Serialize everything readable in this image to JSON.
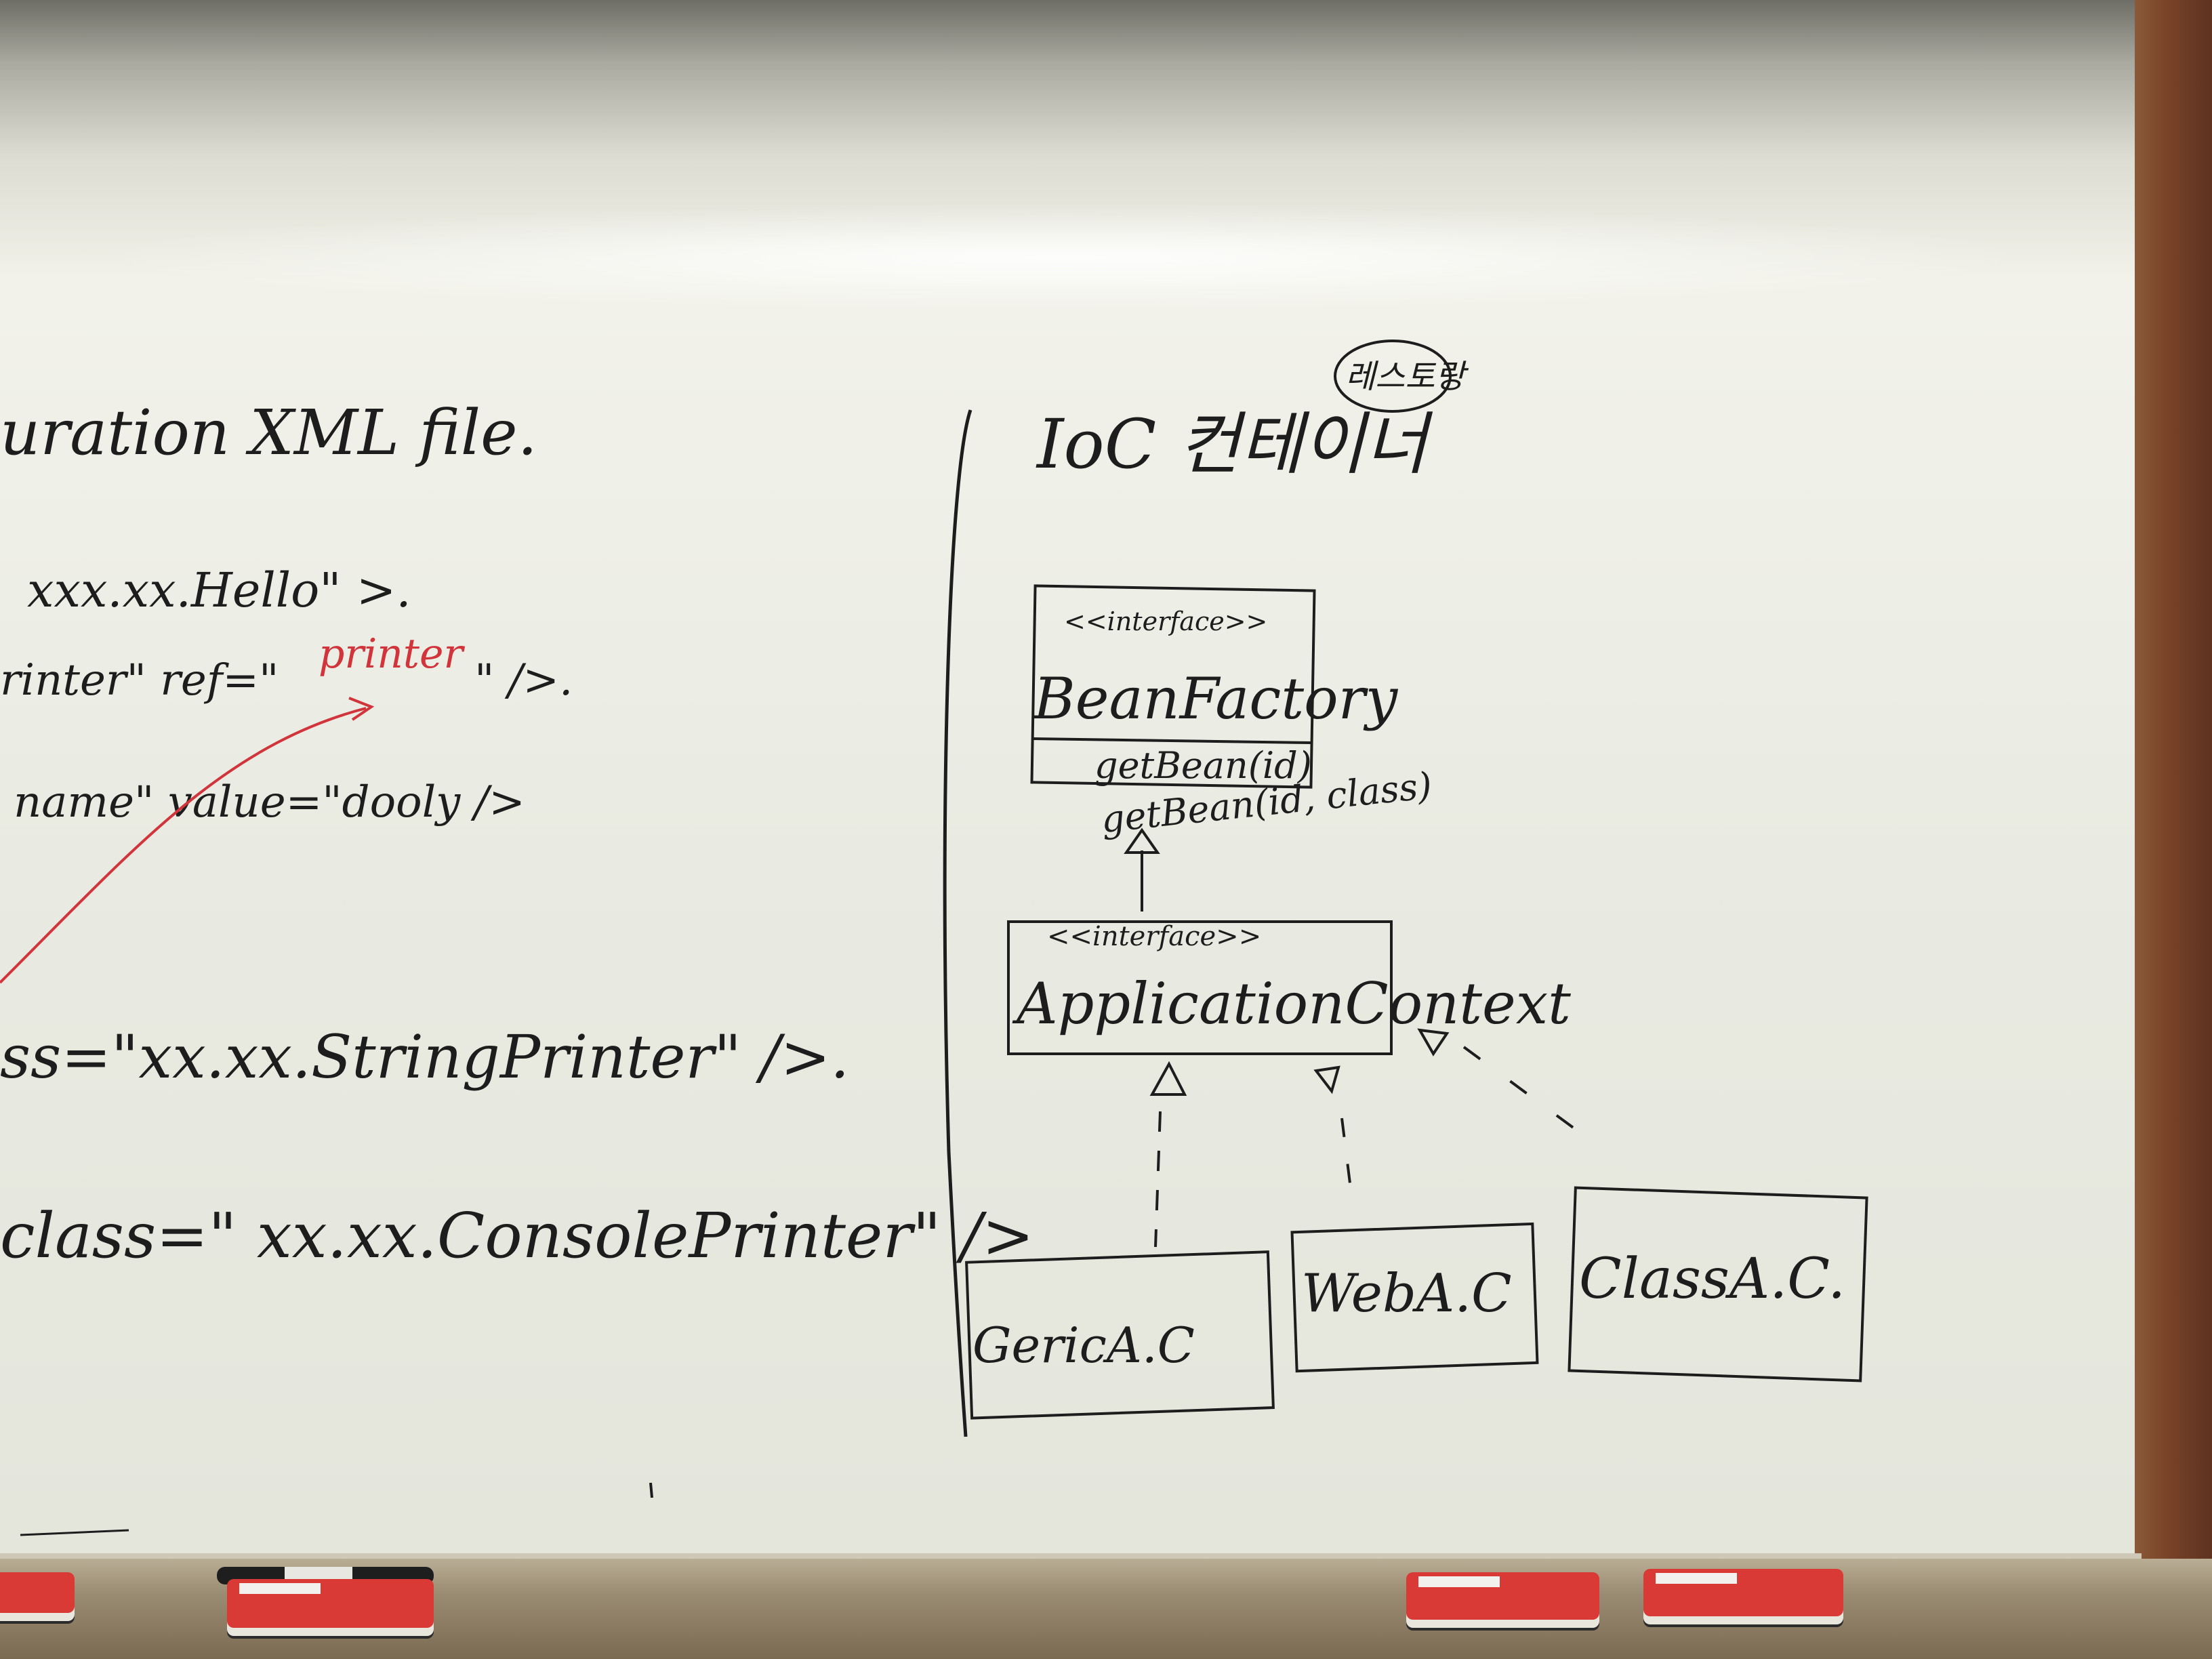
{
  "left_code": {
    "line1": "uration XML file.",
    "line2": "xxx.xx.Hello\" >.",
    "line3_a": "rinter\"  ref=\"",
    "line3_red": "printer",
    "line3_b": "\"  />.",
    "line4": "name\"  value=\"dooly />",
    "line5": "ss=\"xx.xx.StringPrinter\" />.",
    "line6": "class=\" xx.xx.ConsolePrinter\" />"
  },
  "diagram": {
    "title": "IoC 컨테이너",
    "title_note": "레스토랑",
    "bean_factory": {
      "stereotype": "<<interface>>",
      "name": "BeanFactory",
      "method1": "getBean(id)",
      "method2": "getBean(id, class)"
    },
    "app_context": {
      "stereotype": "<<interface>>",
      "name": "ApplicationContext"
    },
    "impl1": "GericA.C",
    "impl2": "WebA.C",
    "impl3": "ClassA.C."
  },
  "colors": {
    "ink": "#1d1d1d",
    "red_marker": "#d1343b",
    "eraser": "#d93a35"
  }
}
